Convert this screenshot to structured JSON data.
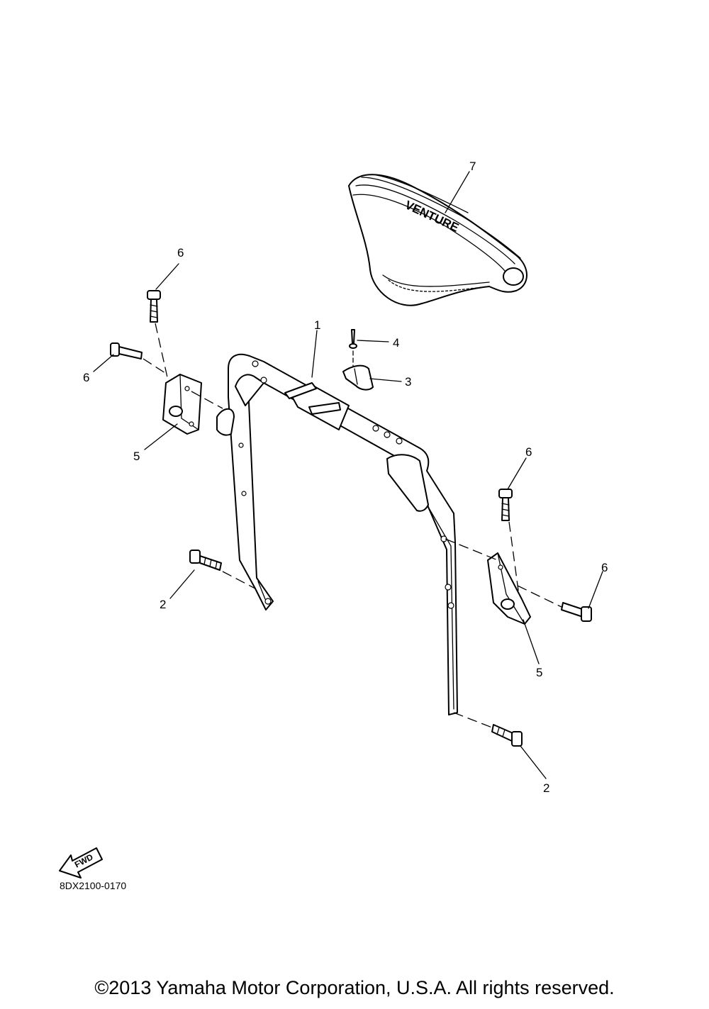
{
  "diagram": {
    "callouts": {
      "c1": "1",
      "c2a": "2",
      "c2b": "2",
      "c3": "3",
      "c4": "4",
      "c5a": "5",
      "c5b": "5",
      "c6a": "6",
      "c6b": "6",
      "c6c": "6",
      "c6d": "6",
      "c7": "7"
    },
    "seat_lettering": "VENTURE",
    "fwd_label": "FWD",
    "diagram_code": "8DX2100-0170"
  },
  "footer": {
    "copyright": "©2013 Yamaha Motor Corporation, U.S.A. All rights reserved."
  }
}
